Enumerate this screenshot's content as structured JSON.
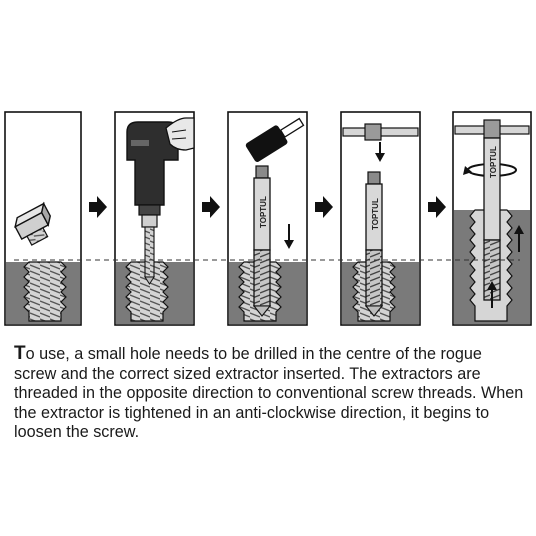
{
  "steps": [
    {
      "name": "broken-screw-head"
    },
    {
      "name": "drill-pilot-hole"
    },
    {
      "name": "tap-in-extractor"
    },
    {
      "name": "fit-tap-wrench"
    },
    {
      "name": "turn-anticlockwise"
    }
  ],
  "brand_marks": [
    "TOPTUL",
    "TOPTUL",
    "TOPTUL"
  ],
  "caption": {
    "lead": "T",
    "text": "o use, a small hole needs to be drilled in the centre of the rogue screw and the correct sized extractor inserted. The extractors are threaded in the opposite direction to conventional screw threads. When the extractor is tightened in an anti-clockwise direction, it begins to loosen the screw."
  },
  "colors": {
    "material": "#7a7a7a",
    "outline": "#111111",
    "metal": "#d4d4d4",
    "metal_dark": "#9a9a9a"
  }
}
